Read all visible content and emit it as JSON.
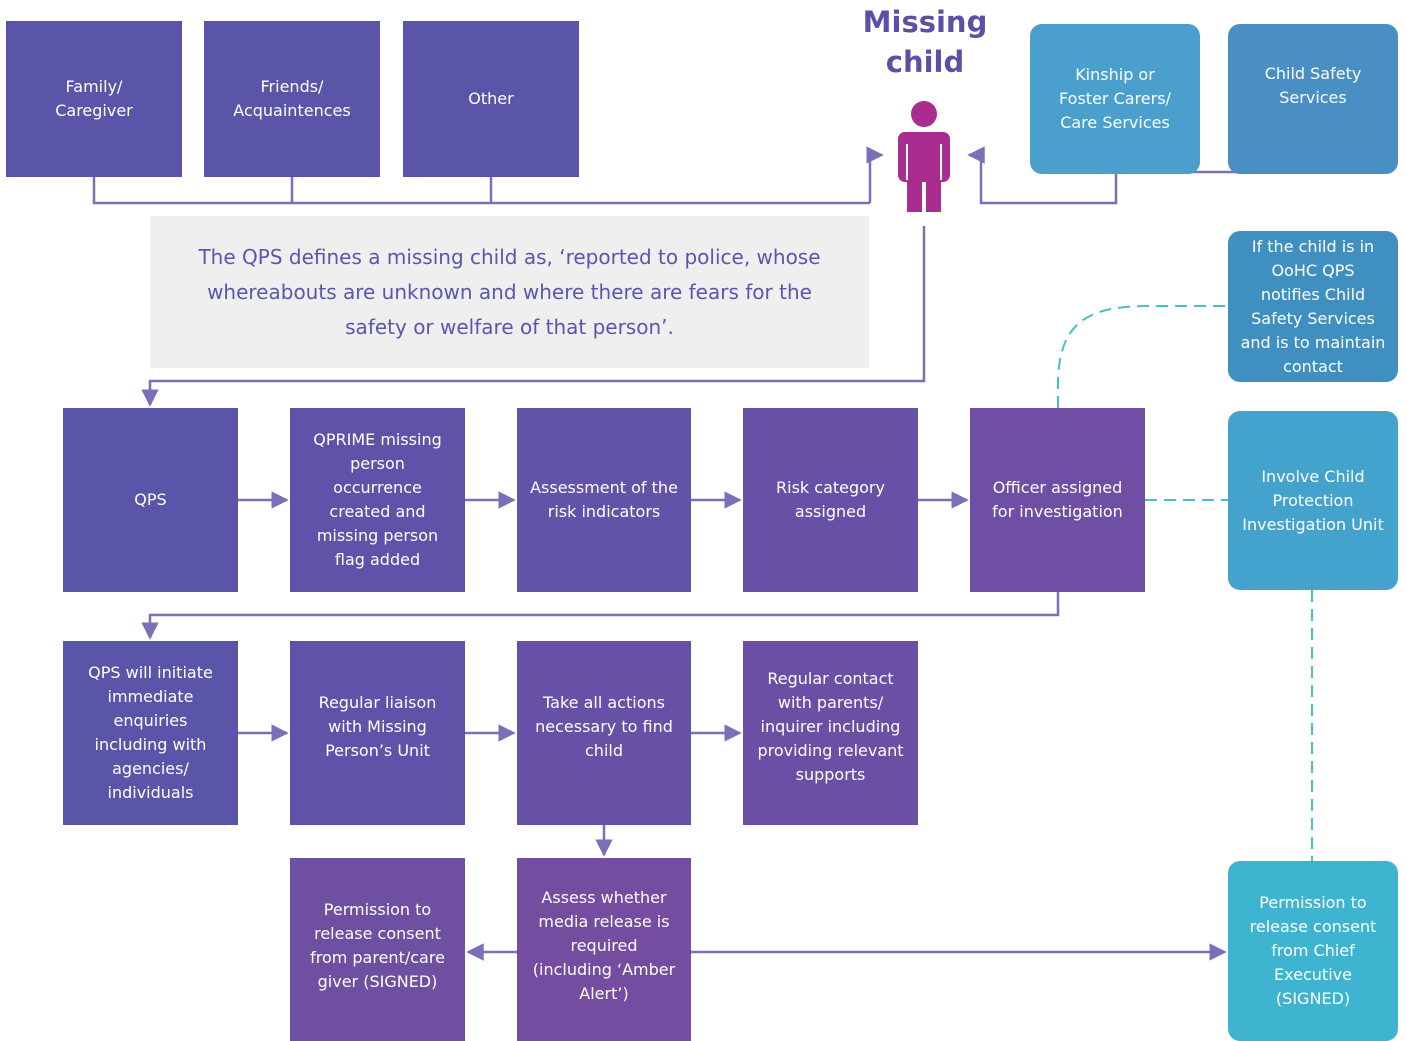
{
  "title": "Missing\nchild",
  "colors": {
    "indigo": "#5a55a8",
    "purple": "#6a4fa3",
    "teal": "#4aa6cc",
    "teal_light": "#3fb4d0",
    "connector": "#7a70b8",
    "dashed": "#4dbcc9",
    "child_icon": "#a92c8f"
  },
  "icons": {
    "child": "child-figure-icon"
  },
  "definition": "The QPS defines a missing child as, ‘reported to police, whose\nwhereabouts are unknown and where there are fears for the\nsafety or welfare of that person’.",
  "reporters": {
    "family": "Family/\nCaregiver",
    "friends": "Friends/\nAcquaintences",
    "other": "Other"
  },
  "care_reporters": {
    "kinship": "Kinship or\nFoster Carers/\nCare Services",
    "child_safety": "Child Safety\nServices"
  },
  "side_boxes": {
    "oohc": "If the child is in\nOoHC QPS\nnotifies Child\nSafety Services\nand is to maintain\ncontact",
    "cpiu": "Involve Child\nProtection\nInvestigation Unit",
    "chief_exec": "Permission to\nrelease consent\nfrom Chief\nExecutive\n(SIGNED)"
  },
  "row1": {
    "qps": "QPS",
    "qprime": "QPRIME missing\nperson\noccurrence\ncreated and\nmissing person\nflag added",
    "assessment": "Assessment of the\nrisk indicators",
    "risk": "Risk category\nassigned",
    "officer": "Officer assigned\nfor investigation"
  },
  "row2": {
    "enquiries": "QPS will initiate\nimmediate\nenquiries\nincluding with\nagencies/\nindividuals",
    "liaison": "Regular liaison\nwith Missing\nPerson’s Unit",
    "actions": "Take all actions\nnecessary to find\nchild",
    "contact": "Regular contact\nwith parents/\ninquirer including\nproviding relevant\nsupports"
  },
  "row3": {
    "parent_consent": "Permission to\nrelease consent\nfrom parent/care\ngiver (SIGNED)",
    "media": "Assess whether\nmedia release is\nrequired\n(including ‘Amber\nAlert’)"
  }
}
